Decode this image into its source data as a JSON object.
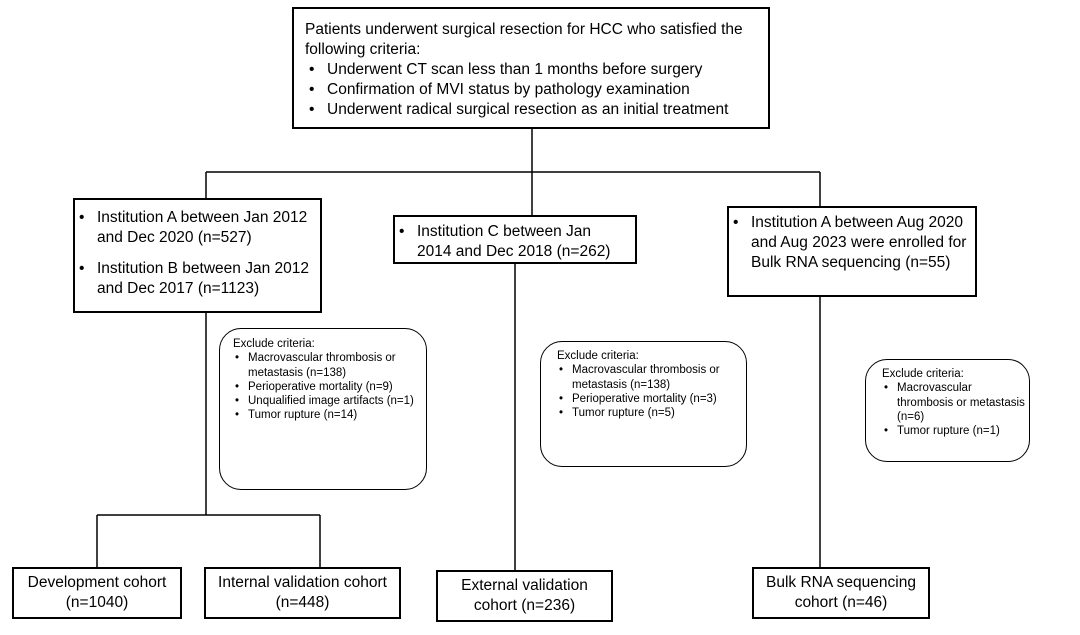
{
  "top": {
    "intro": "Patients underwent surgical resection for HCC who satisfied the following criteria:",
    "criteria": [
      "Underwent CT scan less than 1 months before surgery",
      "Confirmation of MVI status by pathology examination",
      "Underwent radical surgical resection as an initial treatment"
    ]
  },
  "left": {
    "items": [
      "Institution A between Jan 2012 and Dec 2020 (n=527)",
      "Institution B between Jan 2012 and Dec 2017 (n=1123)"
    ],
    "exclude_title": "Exclude criteria:",
    "exclude": [
      "Macrovascular thrombosis or metastasis (n=138)",
      "Perioperative mortality (n=9)",
      "Unqualified image artifacts (n=1)",
      "Tumor rupture (n=14)"
    ]
  },
  "middle": {
    "items": [
      "Institution C between Jan 2014 and Dec 2018 (n=262)"
    ],
    "exclude_title": "Exclude criteria:",
    "exclude": [
      "Macrovascular thrombosis or metastasis (n=138)",
      "Perioperative mortality (n=3)",
      "Tumor rupture (n=5)"
    ]
  },
  "right": {
    "items": [
      "Institution A between Aug 2020 and Aug 2023 were enrolled for Bulk RNA sequencing (n=55)"
    ],
    "exclude_title": "Exclude criteria:",
    "exclude": [
      "Macrovascular thrombosis or metastasis (n=6)",
      "Tumor rupture (n=1)"
    ]
  },
  "outcomes": {
    "development": "Development cohort (n=1040)",
    "internal": "Internal validation cohort (n=448)",
    "external": "External validation cohort (n=236)",
    "bulk": "Bulk RNA sequencing cohort (n=46)"
  }
}
